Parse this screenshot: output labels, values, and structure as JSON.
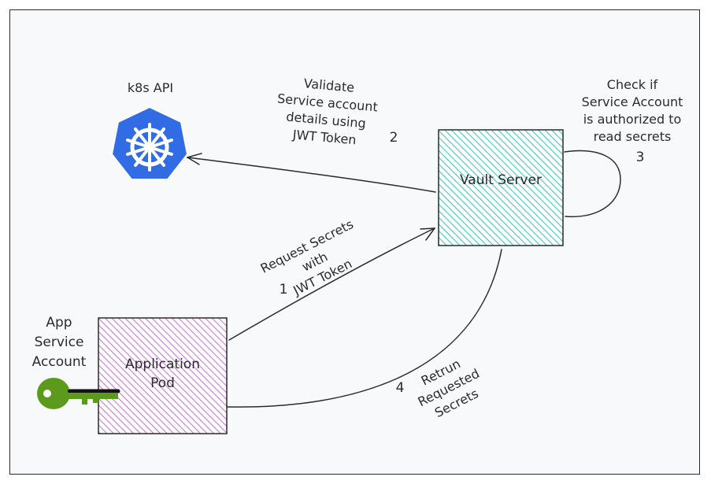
{
  "labels": {
    "k8s_api": "k8s API",
    "validate_1": "Validate",
    "validate_2": "Service account",
    "validate_3": "details using",
    "validate_4": "JWT Token",
    "step2": "2",
    "check_1": "Check if",
    "check_2": "Service Account",
    "check_3": "is authorized to",
    "check_4": "read secrets",
    "step3": "3",
    "vault_server": "Vault Server",
    "request_1": "Request Secrets",
    "request_2": "with",
    "request_3": "JWT Token",
    "step1": "1",
    "app_sa_1": "App",
    "app_sa_2": "Service",
    "app_sa_3": "Account",
    "app_pod_1": "Application",
    "app_pod_2": "Pod",
    "step4": "4",
    "return_1": "Retrun",
    "return_2": "Requested",
    "return_3": "Secrets"
  },
  "colors": {
    "vault_fill": "#3ec9c0",
    "pod_fill": "#c77ad8",
    "k8s_blue": "#326ce5",
    "key_green": "#5c9a1b",
    "stroke": "#2b2b2b"
  },
  "icons": {
    "k8s": "kubernetes-helm-icon",
    "key": "key-icon"
  }
}
